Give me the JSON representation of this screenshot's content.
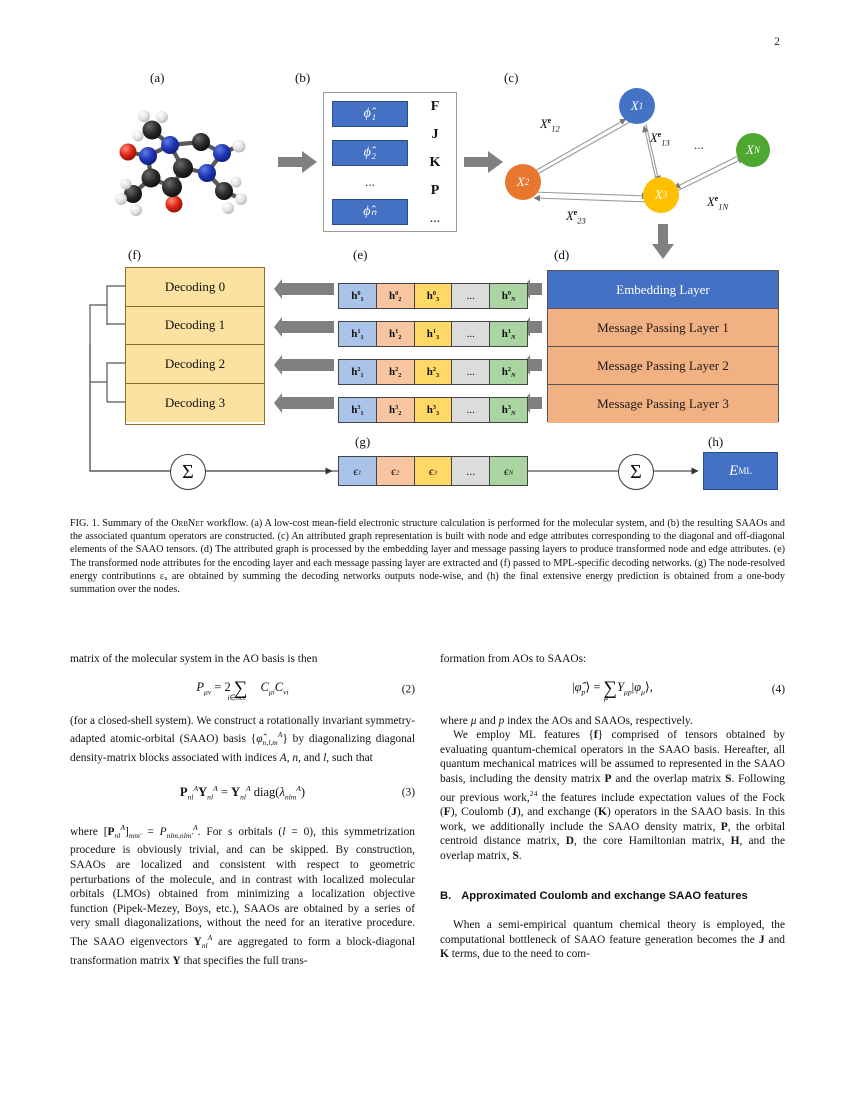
{
  "page": {
    "number": "2"
  },
  "figure": {
    "panel_labels": {
      "a": "(a)",
      "b": "(b)",
      "c": "(c)",
      "d": "(d)",
      "e": "(e)",
      "f": "(f)",
      "g": "(g)",
      "h": "(h)"
    },
    "operator_box": {
      "phi_items": [
        "ϕ̂₁",
        "ϕ̂₂",
        "ϕ̂ₙ"
      ],
      "phi_dots": "...",
      "operators": [
        "F",
        "J",
        "K",
        "P",
        "..."
      ]
    },
    "graph": {
      "nodes": [
        {
          "id": "X1",
          "label": "X",
          "sub": "1",
          "color": "#4472c4"
        },
        {
          "id": "X2",
          "label": "X",
          "sub": "2",
          "color": "#e8772e"
        },
        {
          "id": "X3",
          "label": "X",
          "sub": "3",
          "color": "#ffc000"
        },
        {
          "id": "XN",
          "label": "X",
          "sub": "N",
          "color": "#4ea72e"
        }
      ],
      "edge_labels": [
        "Xᵉ₁₂",
        "Xᵉ₁₃",
        "Xᵉ₂₃",
        "Xᵉ₁ₙ"
      ],
      "edges": [
        {
          "base": "X",
          "sup": "e",
          "sub": "12"
        },
        {
          "base": "X",
          "sup": "e",
          "sub": "13"
        },
        {
          "base": "X",
          "sup": "e",
          "sub": "23"
        },
        {
          "base": "X",
          "sup": "e",
          "sub": "1N"
        }
      ],
      "dots": "..."
    },
    "network_stack": {
      "rows": [
        {
          "label": "Embedding Layer",
          "kind": "embed",
          "color": "#4471c4"
        },
        {
          "label": "Message Passing Layer 1",
          "kind": "mp",
          "color": "#f2b183"
        },
        {
          "label": "Message Passing Layer 2",
          "kind": "mp",
          "color": "#f2b183"
        },
        {
          "label": "Message Passing Layer 3",
          "kind": "mp",
          "color": "#f2b183"
        }
      ]
    },
    "h_rows": [
      {
        "superscript": "0",
        "cells": [
          "h",
          "h",
          "h",
          "...",
          "h"
        ],
        "subs": [
          "1",
          "2",
          "3",
          "",
          "N"
        ]
      },
      {
        "superscript": "1",
        "cells": [
          "h",
          "h",
          "h",
          "...",
          "h"
        ],
        "subs": [
          "1",
          "2",
          "3",
          "",
          "N"
        ]
      },
      {
        "superscript": "2",
        "cells": [
          "h",
          "h",
          "h",
          "...",
          "h"
        ],
        "subs": [
          "1",
          "2",
          "3",
          "",
          "N"
        ]
      },
      {
        "superscript": "3",
        "cells": [
          "h",
          "h",
          "h",
          "...",
          "h"
        ],
        "subs": [
          "1",
          "2",
          "3",
          "",
          "N"
        ]
      }
    ],
    "decoding": {
      "rows": [
        "Decoding 0",
        "Decoding 1",
        "Decoding 2",
        "Decoding 3"
      ]
    },
    "epsilon_row": {
      "cells": [
        "ϵ",
        "ϵ",
        "ϵ",
        "...",
        "ϵ"
      ],
      "subs": [
        "1",
        "2",
        "3",
        "",
        "N"
      ]
    },
    "sigma_symbol": "Σ",
    "energy_box": {
      "base": "E",
      "sup": "ML"
    },
    "colors": {
      "node_blue": "#4472c4",
      "node_orange": "#e8772e",
      "node_yellow": "#ffc000",
      "node_green": "#4ea72e",
      "embed_blue": "#4471c4",
      "mp_salmon": "#f2b183",
      "decode_yellow": "#fce2a0",
      "h_blue": "#a9c4e8",
      "h_orange": "#f7c5a0",
      "h_yellow": "#ffd966",
      "h_gray": "#dcdcdc",
      "h_green": "#aad4a1",
      "arrow_gray": "#808080"
    }
  },
  "caption": {
    "prefix": "FIG. 1.",
    "text_before_smallcaps": " Summary of the ",
    "smallcaps": "OrbNet",
    "text": " workflow. (a) A low-cost mean-field electronic structure calculation is performed for the molecular system, and (b) the resulting SAAOs and the associated quantum operators are constructed. (c) An attributed graph representation is built with node and edge attributes corresponding to the diagonal and off-diagonal elements of the SAAO tensors. (d) The attributed graph is processed by the embedding layer and message passing layers to produce transformed node and edge attributes. (e) The transformed node attributes for the encoding layer and each message passing layer are extracted and (f) passed to MPL-specific decoding networks. (g) The node-resolved energy contributions εᵤ are obtained by summing the decoding networks outputs node-wise, and (h) the final extensive energy prediction is obtained from a one-body summation over the nodes."
  },
  "left_column": {
    "para1": "matrix of the molecular system in the AO basis is then",
    "equation2_number": "(2)",
    "para2": "(for a closed-shell system). We construct a rotationally invariant symmetry-adapted atomic-orbital (SAAO) basis {ϕ̂ᴬₙₗₘ} by diagonalizing diagonal density-matrix blocks associated with indices A, n, and l, such that",
    "equation3_number": "(3)",
    "para3": "where [Pᴬₙₗ]ₘₘ′ = Pᴬₙₗₘ,ₙₗₘ′. For s orbitals (l = 0), this symmetrization procedure is obviously trivial, and can be skipped. By construction, SAAOs are localized and consistent with respect to geometric perturbations of the molecule, and in contrast with localized molecular orbitals (LMOs) obtained from minimizing a localization objective function (Pipek-Mezey, Boys, etc.), SAAOs are obtained by a series of very small diagonalizations, without the need for an iterative procedure. The SAAO eigenvectors Yᴬₙₗ are aggregated to form a block-diagonal transformation matrix Y that specifies the full trans-"
  },
  "right_column": {
    "para1": "formation from AOs to SAAOs:",
    "equation4_number": "(4)",
    "para2": "where μ and p index the AOs and SAAOs, respectively.",
    "para3": "We employ ML features {f} comprised of tensors obtained by evaluating quantum-chemical operators in the SAAO basis. Hereafter, all quantum mechanical matrices will be assumed to represented in the SAAO basis, including the density matrix P and the overlap matrix S. Following our previous work,²⁴ the features include expectation values of the Fock (F), Coulomb (J), and exchange (K) operators in the SAAO basis. In this work, we additionally include the SAAO density matrix, P, the orbital centroid distance matrix, D, the core Hamiltonian matrix, H, and the overlap matrix, S.",
    "section_b_letter": "B.",
    "section_b_title": "Approximated Coulomb and exchange SAAO features",
    "para4": "When a semi-empirical quantum chemical theory is employed, the computational bottleneck of SAAO feature generation becomes the J and K terms, due to the need to com-"
  }
}
